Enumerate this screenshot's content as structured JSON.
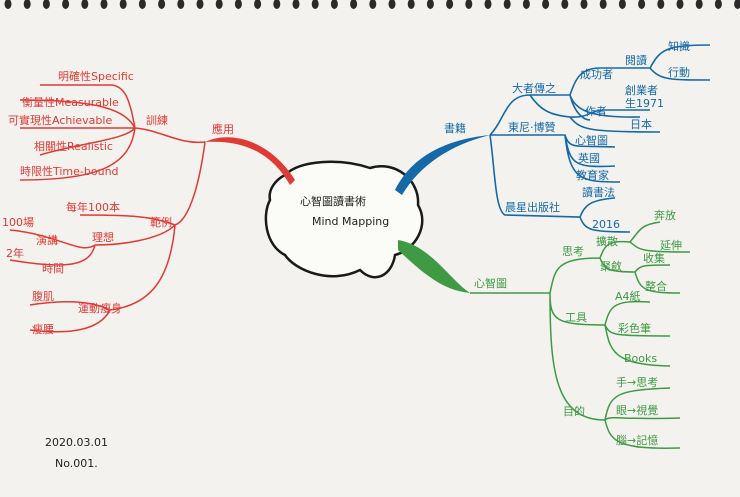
{
  "center": {
    "title": "心智圖讀書術",
    "subtitle": "Mind Mapping"
  },
  "colors": {
    "red": "#e03a35",
    "blue": "#1569a8",
    "green": "#3f9a43",
    "paper": "#f3f2ee"
  },
  "red": {
    "branch": "應用",
    "smart": {
      "label": "訓練",
      "items": [
        "明確性Specific",
        "衡量性Measurable",
        "可實現性Achievable",
        "相關性Realistic",
        "時限性Time-bound"
      ]
    },
    "example": {
      "label": "範例",
      "ideal": "理想",
      "yearly": "每年100本",
      "speech": "演講",
      "speech_count": "100場",
      "time": "時間",
      "time_len": "2年",
      "sport": "運動瘦身",
      "sport_a": "腹肌",
      "sport_b": "瘦腰"
    }
  },
  "blue": {
    "branch": "書籍",
    "author_main": "大者傳之",
    "success": "成功者",
    "read": "閱讀",
    "knowledge": "知識",
    "action": "行動",
    "founder": "創業者",
    "writer": "作者",
    "born": "生1971",
    "country": "日本",
    "tony": "東尼·博贊",
    "mindmap": "心智圖",
    "uk": "英國",
    "educator": "教育家",
    "publisher": "晨星出版社",
    "method": "讀書法",
    "year": "2016"
  },
  "green": {
    "branch": "心智圖",
    "think": "思考",
    "diverge": "擴散",
    "free": "奔放",
    "extend": "延伸",
    "converge": "聚斂",
    "collect": "收集",
    "integrate": "整合",
    "tools": "工具",
    "paper": "A4紙",
    "pens": "彩色筆",
    "books": "Books",
    "purpose": "目的",
    "hand": "手→思考",
    "eye": "眼→視覺",
    "brain": "腦→記憶"
  },
  "footer": {
    "date": "2020.03.01",
    "number": "No.001."
  }
}
